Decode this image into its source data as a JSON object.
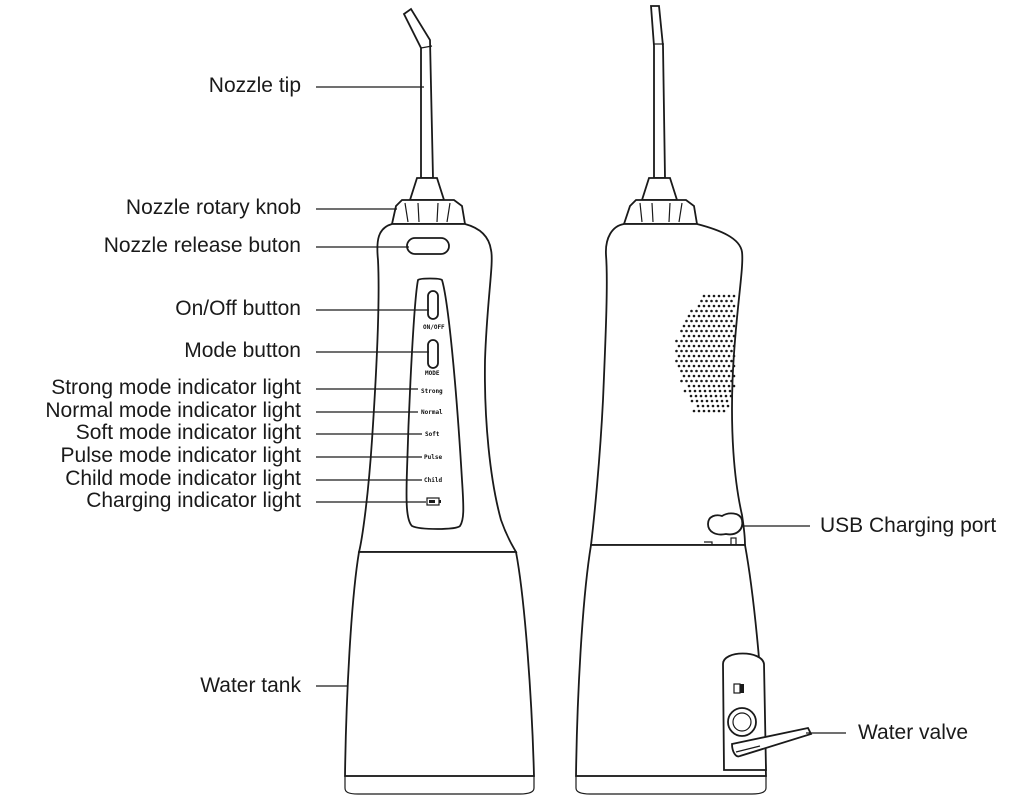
{
  "labels": {
    "nozzle_tip": "Nozzle tip",
    "nozzle_rotary_knob": "Nozzle rotary knob",
    "nozzle_release_button": "Nozzle release buton",
    "on_off_button": "On/Off button",
    "mode_button": "Mode button",
    "strong_light": "Strong mode indicator light",
    "normal_light": "Normal mode indicator light",
    "soft_light": "Soft mode indicator light",
    "pulse_light": "Pulse mode indicator light",
    "child_light": "Child mode indicator light",
    "charging_light": "Charging indicator light",
    "water_tank": "Water tank",
    "usb_port": "USB Charging port",
    "water_valve": "Water valve"
  },
  "panel_text": {
    "on_off": "ON/OFF",
    "mode": "MODE",
    "strong": "Strong",
    "normal": "Normal",
    "soft": "Soft",
    "pulse": "Pulse",
    "child": "Child"
  }
}
